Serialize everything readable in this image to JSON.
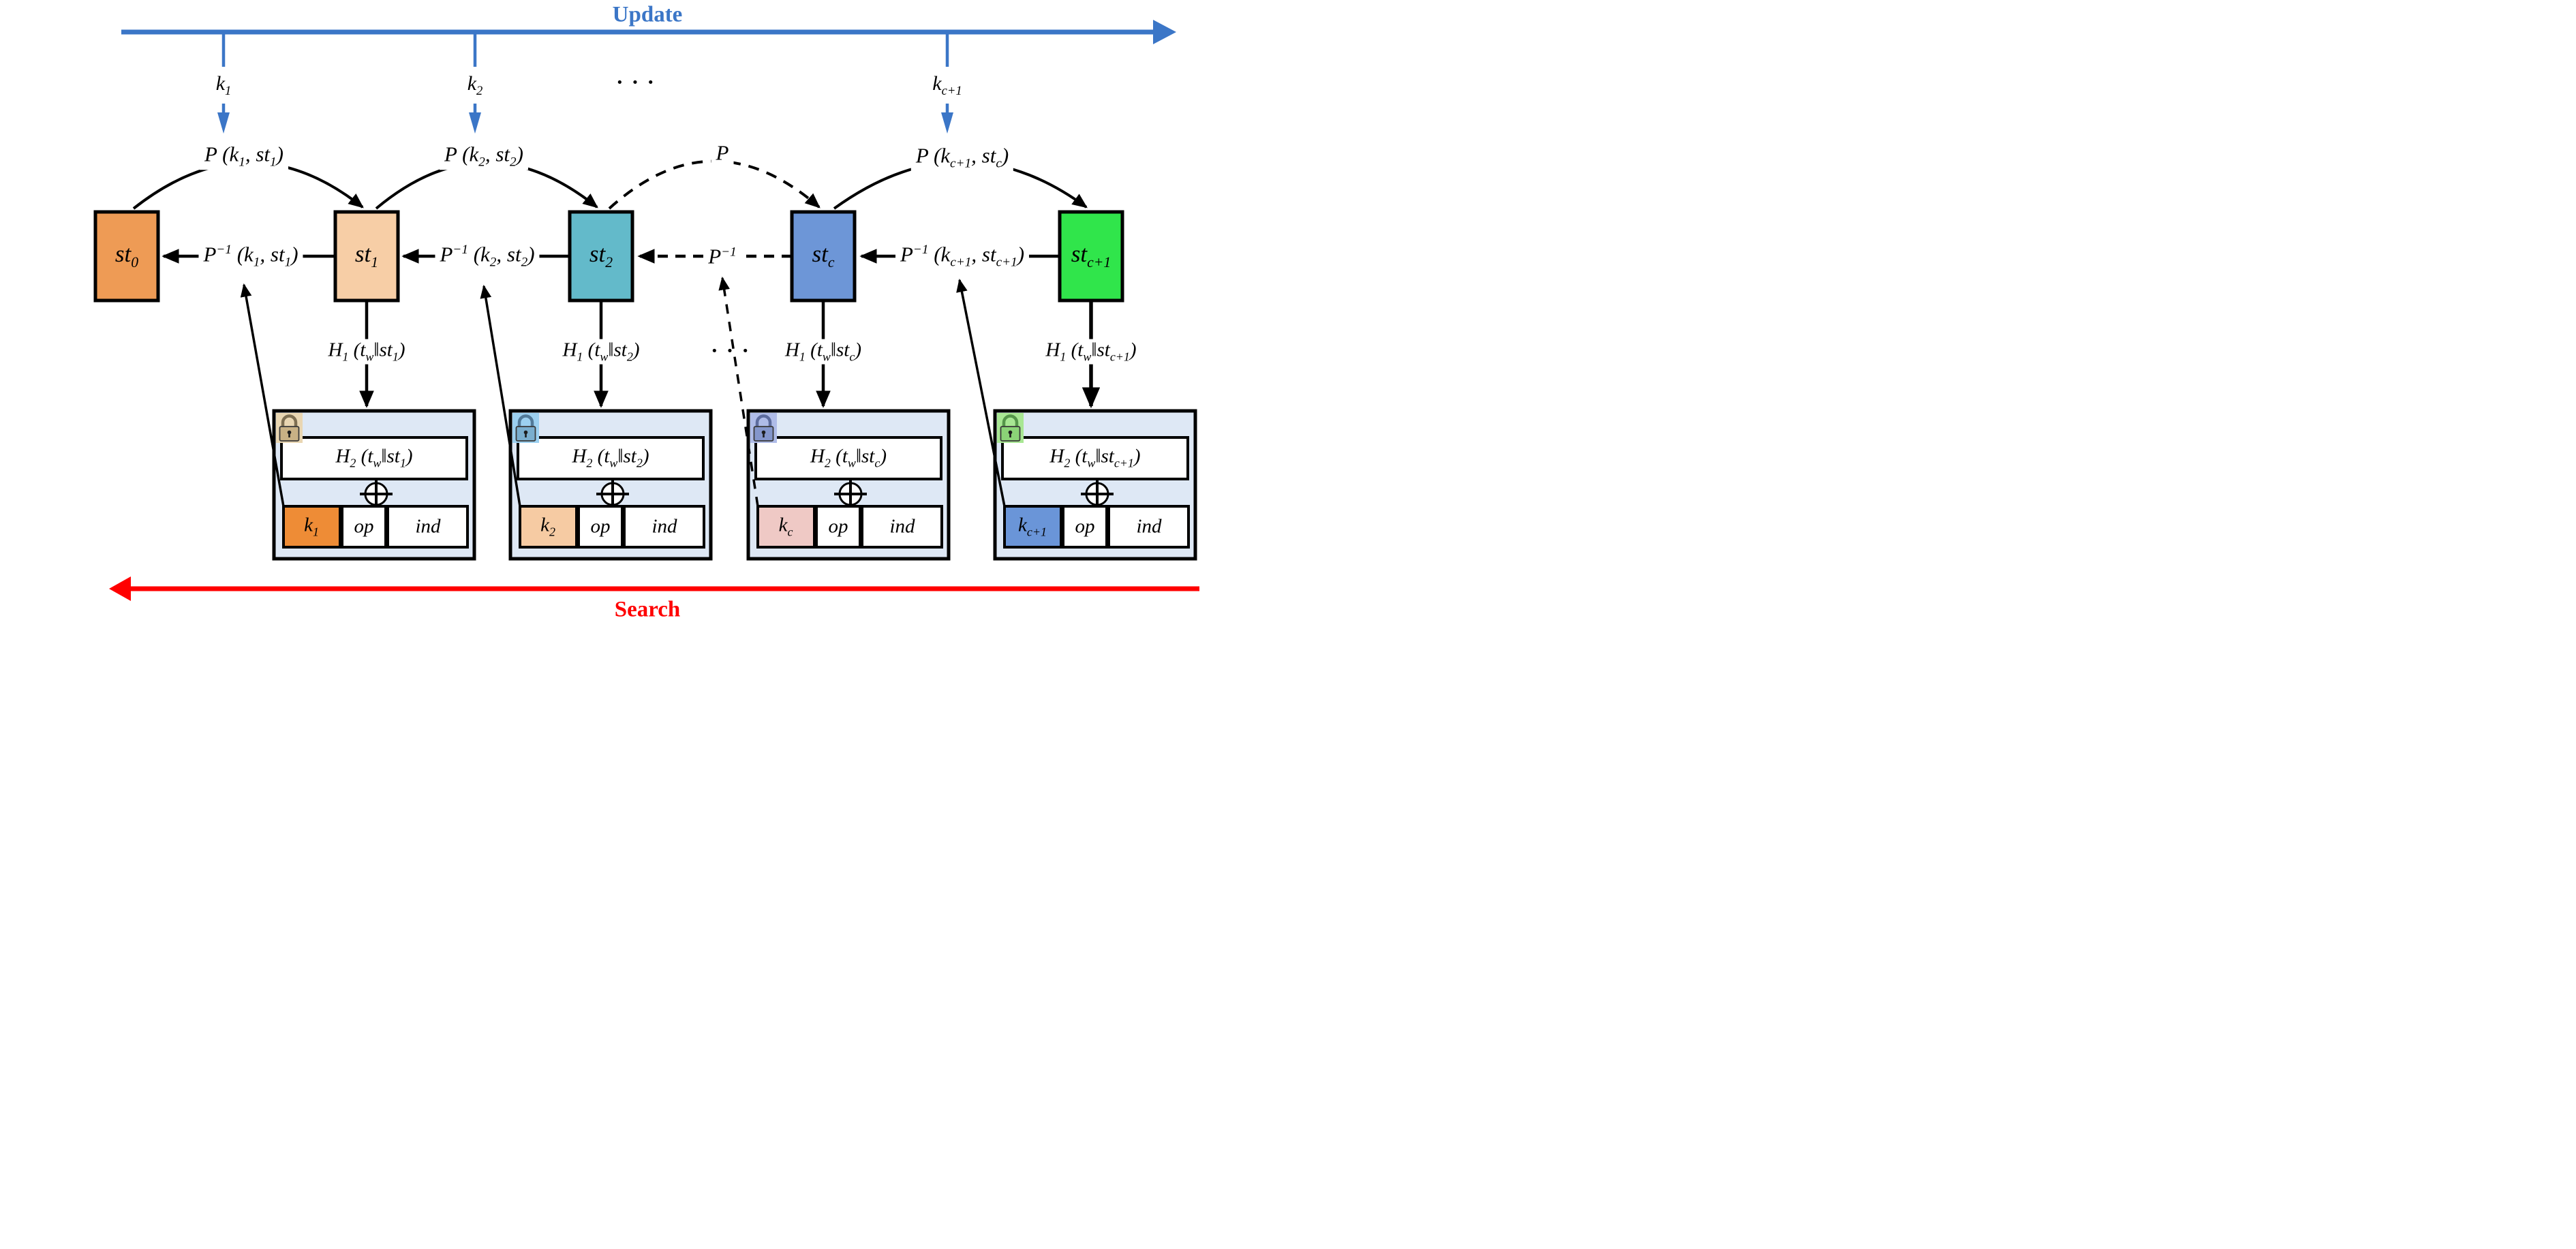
{
  "flow_arrows": {
    "update_label": "Update",
    "update_color": "#3B76C7",
    "search_label": "Search",
    "search_color": "#FF0000"
  },
  "top_keys": [
    {
      "label": "k_{1}"
    },
    {
      "label": "k_{2}"
    },
    {
      "label": "k_{c+1}"
    }
  ],
  "top_dots": "· · ·",
  "mid_dots": "· · ·",
  "permutation_labels": [
    {
      "label": "P (k_{1}, st_{1})"
    },
    {
      "label": "P (k_{2}, st_{2})"
    },
    {
      "label": "P"
    },
    {
      "label": "P (k_{c+1}, st_{c})"
    }
  ],
  "inverse_labels": [
    {
      "label": "P^{−1} (k_{1}, st_{1})"
    },
    {
      "label": "P^{−1} (k_{2}, st_{2})"
    },
    {
      "label": "P^{−1}"
    },
    {
      "label": "P^{−1} (k_{c+1}, st_{c+1})"
    }
  ],
  "states": [
    {
      "label": "st_{0}",
      "color": "#EE9B55"
    },
    {
      "label": "st_{1}",
      "color": "#F7CEA6"
    },
    {
      "label": "st_{2}",
      "color": "#63BACA"
    },
    {
      "label": "st_{c}",
      "color": "#6D96D7"
    },
    {
      "label": "st_{c+1}",
      "color": "#30E54B"
    }
  ],
  "hash1_labels": [
    {
      "label": "H_{1} (t_{w}‖st_{1})"
    },
    {
      "label": "H_{1} (t_{w}‖st_{2})"
    },
    {
      "label": "H_{1} (t_{w}‖st_{c})"
    },
    {
      "label": "H_{1} (t_{w}‖st_{c+1})"
    }
  ],
  "entries": [
    {
      "hash2": "H_{2} (t_{w}‖st_{1})",
      "key_label": "k_{1}",
      "key_color": "#EE8C36",
      "op_label": "op",
      "ind_label": "ind",
      "lock_bg": "#E9D6B2",
      "lock_body": "#C8B185",
      "lock_shackle": "#7E6F52"
    },
    {
      "hash2": "H_{2} (t_{w}‖st_{2})",
      "key_label": "k_{2}",
      "key_color": "#F6CBA3",
      "op_label": "op",
      "ind_label": "ind",
      "lock_bg": "#9CD0F0",
      "lock_body": "#7AAECE",
      "lock_shackle": "#527A99"
    },
    {
      "hash2": "H_{2} (t_{w}‖st_{c})",
      "key_label": "k_{c}",
      "key_color": "#EFC9C5",
      "op_label": "op",
      "ind_label": "ind",
      "lock_bg": "#AFBCE8",
      "lock_body": "#8496CB",
      "lock_shackle": "#5D6C9E"
    },
    {
      "hash2": "H_{2} (t_{w}‖st_{c+1})",
      "key_label": "k_{c+1}",
      "key_color": "#6A95D8",
      "op_label": "op",
      "ind_label": "ind",
      "lock_bg": "#A8E793",
      "lock_body": "#8BD377",
      "lock_shackle": "#55964A"
    }
  ],
  "entry_box_color": "#DEE8F5",
  "icons": {
    "padlock": "padlock-shape",
    "xor": "circle-plus"
  }
}
